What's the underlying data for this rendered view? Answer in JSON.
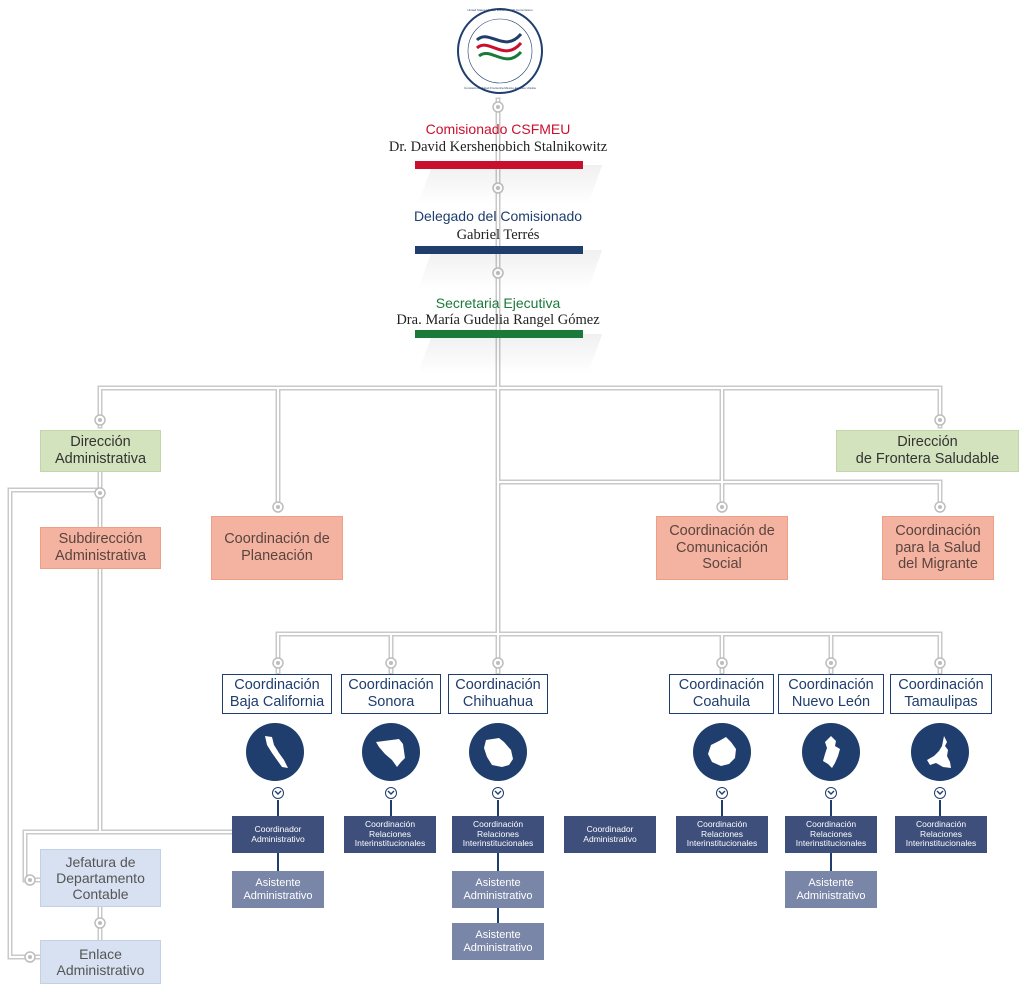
{
  "logo": {
    "text_top": "United States-Mexico Border Health Commission",
    "text_bottom": "Comisión de Salud Fronteriza México-Estados Unidos",
    "colors": [
      "#1f3d6d",
      "#c8102e",
      "#1a7a3a"
    ]
  },
  "leadership": [
    {
      "title": "Comisionado CSFMEU",
      "name": "Dr. David Kershenobich Stalnikowitz",
      "color": "#c8102e"
    },
    {
      "title": "Delegado del Comisionado",
      "name": "Gabriel Terrés",
      "color": "#1f3d6d"
    },
    {
      "title": "Secretaria Ejecutiva",
      "name": "Dra. María Gudelia Rangel Gómez",
      "color": "#1a7a3a"
    }
  ],
  "directions": {
    "admin": "Dirección\nAdministrativa",
    "frontera": "Dirección\nde Frontera Saludable"
  },
  "coordinations": {
    "subdireccion": "Subdirección\nAdministrativa",
    "planeacion": "Coordinación de\nPlaneación",
    "comunicacion": "Coordinación de\nComunicación\nSocial",
    "migrante": "Coordinación\npara la Salud\ndel Migrante"
  },
  "states": [
    {
      "label": "Coordinación\nBaja California",
      "sub": "Coordinador\nAdministrativo",
      "assistants": [
        "Asistente\nAdministrativo"
      ],
      "icon": "baja-california-map-icon"
    },
    {
      "label": "Coordinación\nSonora",
      "sub": "Coordinación\nRelaciones\nInterinstitucionales",
      "assistants": [],
      "icon": "sonora-map-icon"
    },
    {
      "label": "Coordinación\nChihuahua",
      "sub": "Coordinación\nRelaciones\nInterinstitucionales",
      "assistants": [
        "Asistente\nAdministrativo",
        "Asistente\nAdministrativo"
      ],
      "icon": "chihuahua-map-icon"
    },
    {
      "label": "Coordinación\nCoahuila",
      "sub": "Coordinación\nRelaciones\nInterinstitucionales",
      "assistants": [],
      "icon": "coahuila-map-icon"
    },
    {
      "label": "Coordinación\nNuevo León",
      "sub": "Coordinación\nRelaciones\nInterinstitucionales",
      "assistants": [
        "Asistente\nAdministrativo"
      ],
      "icon": "nuevo-leon-map-icon"
    },
    {
      "label": "Coordinación\nTamaulipas",
      "sub": "Coordinación\nRelaciones\nInterinstitucionales",
      "assistants": [],
      "icon": "tamaulipas-map-icon"
    }
  ],
  "standalone_coordinator": "Coordinador\nAdministrativo",
  "admin_units": {
    "jefatura": "Jefatura de\nDepartamento\nContable",
    "enlace": "Enlace\nAdministrativo"
  }
}
